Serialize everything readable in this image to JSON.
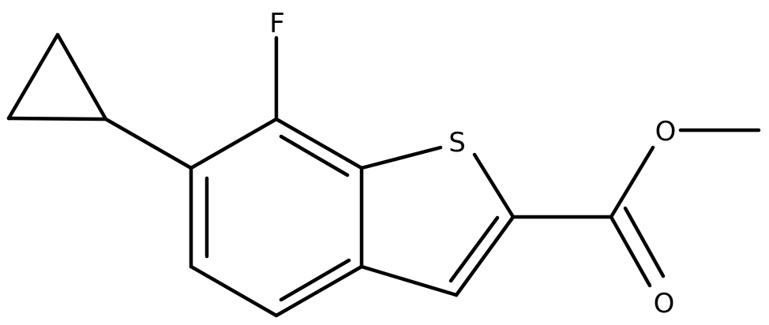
{
  "molecule": {
    "atoms": {
      "fluorine": "F",
      "sulfur": "S",
      "ether_oxygen": "O",
      "carbonyl_oxygen": "O"
    }
  },
  "colors": {
    "bond": "#000000",
    "label": "#000000",
    "background": "#ffffff"
  }
}
